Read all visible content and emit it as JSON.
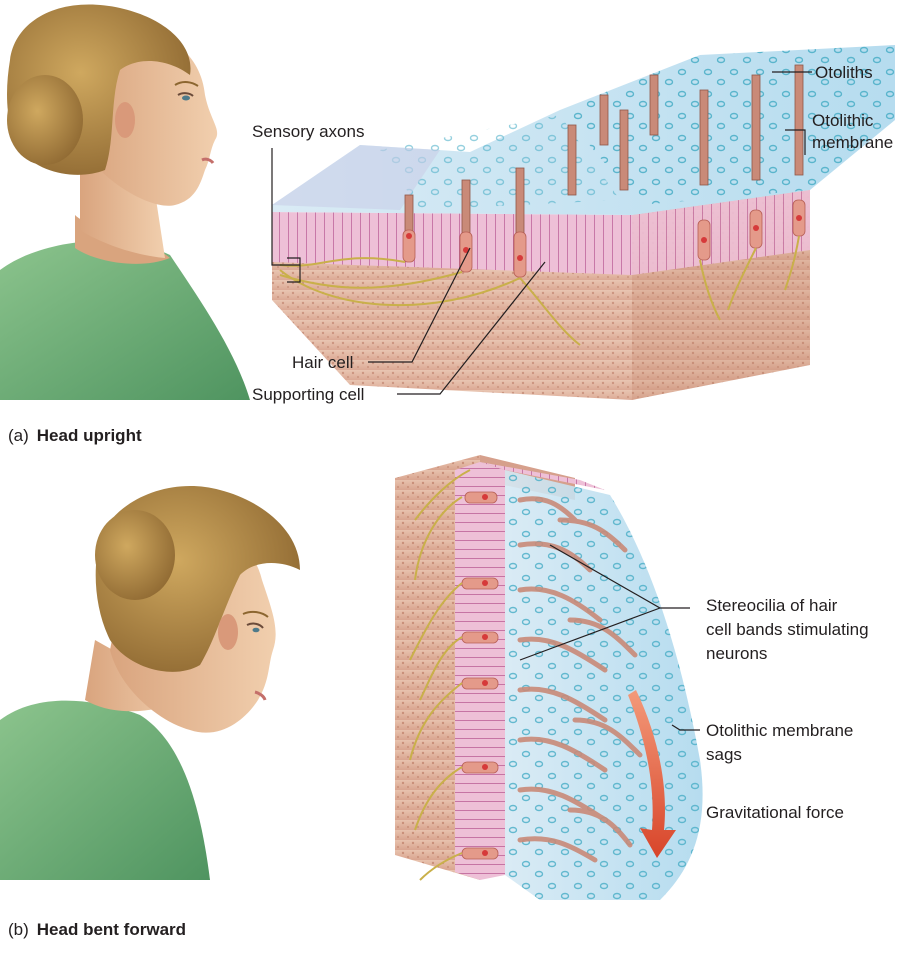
{
  "panel_a": {
    "caption_prefix": "(a)",
    "caption_title": "Head upright",
    "labels": {
      "sensory_axons": "Sensory axons",
      "otoliths": "Otoliths",
      "otolithic_membrane_1": "Otolithic",
      "otolithic_membrane_2": "membrane",
      "hair_cell": "Hair cell",
      "supporting_cell": "Supporting cell"
    }
  },
  "panel_b": {
    "caption_prefix": "(b)",
    "caption_title": "Head bent forward",
    "labels": {
      "stereocilia_1": "Stereocilia of hair",
      "stereocilia_2": "cell bands stimulating",
      "stereocilia_3": "neurons",
      "membrane_sags_1": "Otolithic membrane",
      "membrane_sags_2": "sags",
      "gravitational_force": "Gravitational force"
    }
  },
  "colors": {
    "skin": "#e9c09c",
    "hair": "#b58a45",
    "shirt": "#6fae74",
    "tissue": "#e3b9a5",
    "hair_cell_pink": "#d98bb4",
    "membrane_blue": "#bfe0f0",
    "otolith": "#7cc6d8",
    "arrow_red": "#dd5a3a"
  }
}
